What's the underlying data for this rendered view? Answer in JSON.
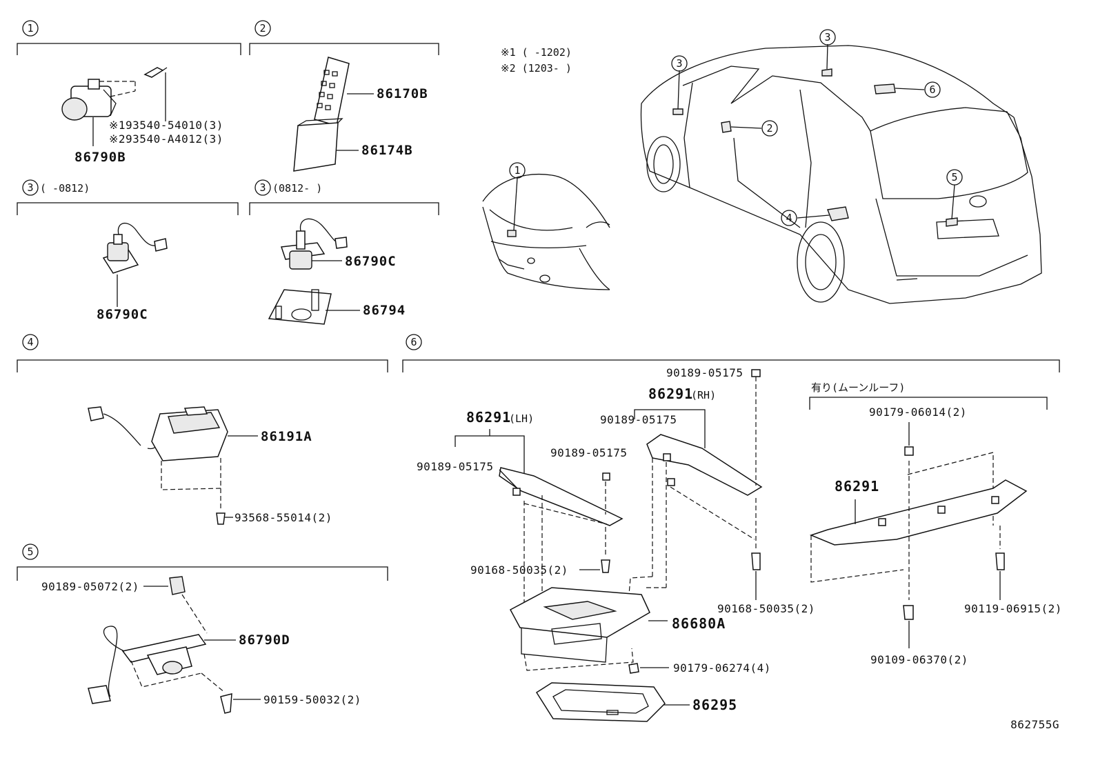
{
  "sections": {
    "s1": "1",
    "s2": "2",
    "s3a": "3",
    "s3b": "3",
    "s4": "4",
    "s5": "5",
    "s6": "6"
  },
  "section_notes": {
    "s3a": "(      -0812)",
    "s3b": "(0812-      )"
  },
  "notes": {
    "n1": "※1 (       -1202)",
    "n2": "※2 (1203-       )"
  },
  "parts": {
    "p86790B": "86790B",
    "p93540_1": "※193540-54010(3)",
    "p93540_2": "※293540-A4012(3)",
    "p86170B": "86170B",
    "p86174B": "86174B",
    "p86790C_a": "86790C",
    "p86790C_b": "86790C",
    "p86794": "86794",
    "p86191A": "86191A",
    "p93568": "93568-55014(2)",
    "p90189_05072": "90189-05072(2)",
    "p86790D": "86790D",
    "p90159": "90159-50032(2)",
    "p90189_top": "90189-05175",
    "p86291_rh": "86291",
    "rh": "(RH)",
    "p90189_rh": "90189-05175",
    "p86291_lh": "86291",
    "lh": "(LH)",
    "p90189_lh_mid": "90189-05175",
    "p90189_lh": "90189-05175",
    "p90168_a": "90168-50035(2)",
    "p90168_b": "90168-50035(2)",
    "p86680A": "86680A",
    "p90179_06274": "90179-06274(4)",
    "p86295": "86295",
    "moonroof": "有り(ムーンルーフ)",
    "p90179_06014": "90179-06014(2)",
    "p86291_mr": "86291",
    "p90119": "90119-06915(2)",
    "p90109": "90109-06370(2)"
  },
  "car_callouts": {
    "c1": "1",
    "c2": "2",
    "c3a": "3",
    "c3b": "3",
    "c4": "4",
    "c5": "5",
    "c6": "6"
  },
  "diagram_id": "862755G"
}
